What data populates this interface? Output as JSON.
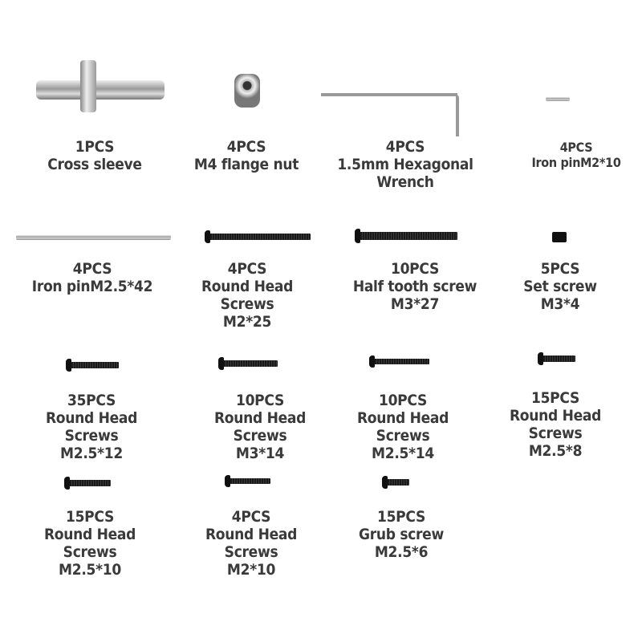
{
  "items": [
    {
      "qty": "1PCS",
      "lines": [
        "Cross sleeve"
      ]
    },
    {
      "qty": "4PCS",
      "lines": [
        "M4 flange nut"
      ]
    },
    {
      "qty": "4PCS",
      "lines": [
        "1.5mm Hexagonal",
        "Wrench"
      ]
    },
    {
      "qty": "4PCS",
      "lines": [
        "Iron pinM2*10"
      ]
    },
    {
      "qty": "4PCS",
      "lines": [
        "Iron pinM2.5*42"
      ]
    },
    {
      "qty": "4PCS",
      "lines": [
        "Round Head",
        "Screws",
        "M2*25"
      ]
    },
    {
      "qty": "10PCS",
      "lines": [
        "Half tooth screw",
        "M3*27"
      ]
    },
    {
      "qty": "5PCS",
      "lines": [
        "Set screw",
        "M3*4"
      ]
    },
    {
      "qty": "35PCS",
      "lines": [
        "Round Head",
        "Screws",
        "M2.5*12"
      ]
    },
    {
      "qty": "10PCS",
      "lines": [
        "Round Head",
        "Screws",
        "M3*14"
      ]
    },
    {
      "qty": "10PCS",
      "lines": [
        "Round Head",
        "Screws",
        "M2.5*14"
      ]
    },
    {
      "qty": "15PCS",
      "lines": [
        "Round Head",
        "Screws",
        "M2.5*8"
      ]
    },
    {
      "qty": "15PCS",
      "lines": [
        "Round Head",
        "Screws",
        "M2.5*10"
      ]
    },
    {
      "qty": "4PCS",
      "lines": [
        "Round Head",
        "Screws",
        "M2*10"
      ]
    },
    {
      "qty": "15PCS",
      "lines": [
        "Grub screw",
        "M2.5*6"
      ]
    }
  ]
}
